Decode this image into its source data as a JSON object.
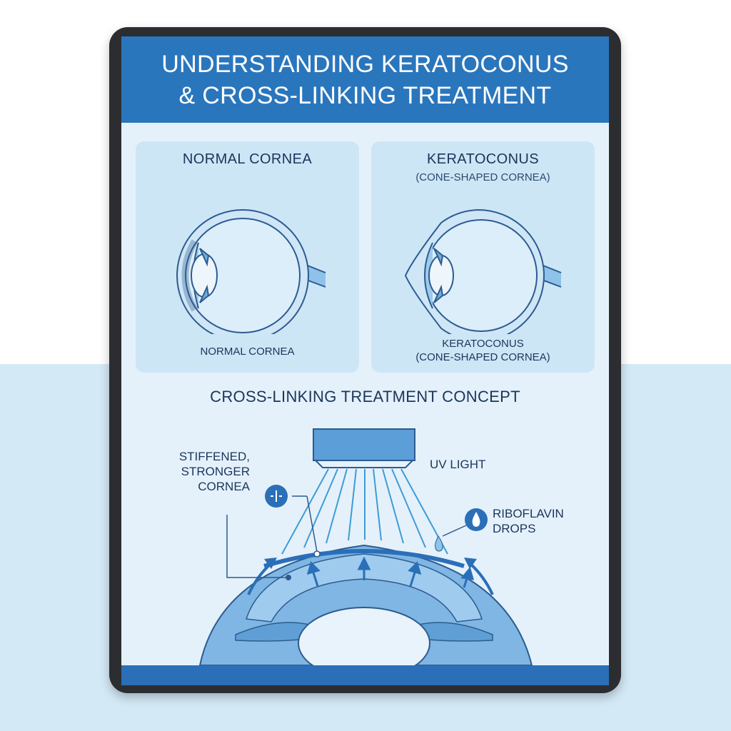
{
  "header": {
    "title_line1": "UNDERSTANDING KERATOCONUS",
    "title_line2": "& CROSS-LINKING TREATMENT"
  },
  "panels": {
    "normal": {
      "title": "NORMAL CORNEA",
      "caption": "NORMAL CORNEA"
    },
    "keratoconus": {
      "title": "KERATOCONUS",
      "subtitle": "(CONE-SHAPED CORNEA)",
      "caption_line1": "KERATOCONUS",
      "caption_line2": "(CONE-SHAPED CORNEA)"
    }
  },
  "treatment": {
    "title": "CROSS-LINKING TREATMENT CONCEPT",
    "uv_label": "UV LIGHT",
    "stiff_line1": "STIFFENED,",
    "stiff_line2": "STRONGER",
    "stiff_line3": "CORNEA",
    "ribo_line1": "RIBOFLAVIN",
    "ribo_line2": "DROPS"
  },
  "icons": {
    "compress": "compress-arrows-icon",
    "drop": "water-drop-icon"
  },
  "colors": {
    "header": "#2a76bd",
    "panel": "#cde6f6",
    "outline": "#2d5b8f",
    "accent": "#3f8fd6",
    "text": "#1c3559"
  }
}
